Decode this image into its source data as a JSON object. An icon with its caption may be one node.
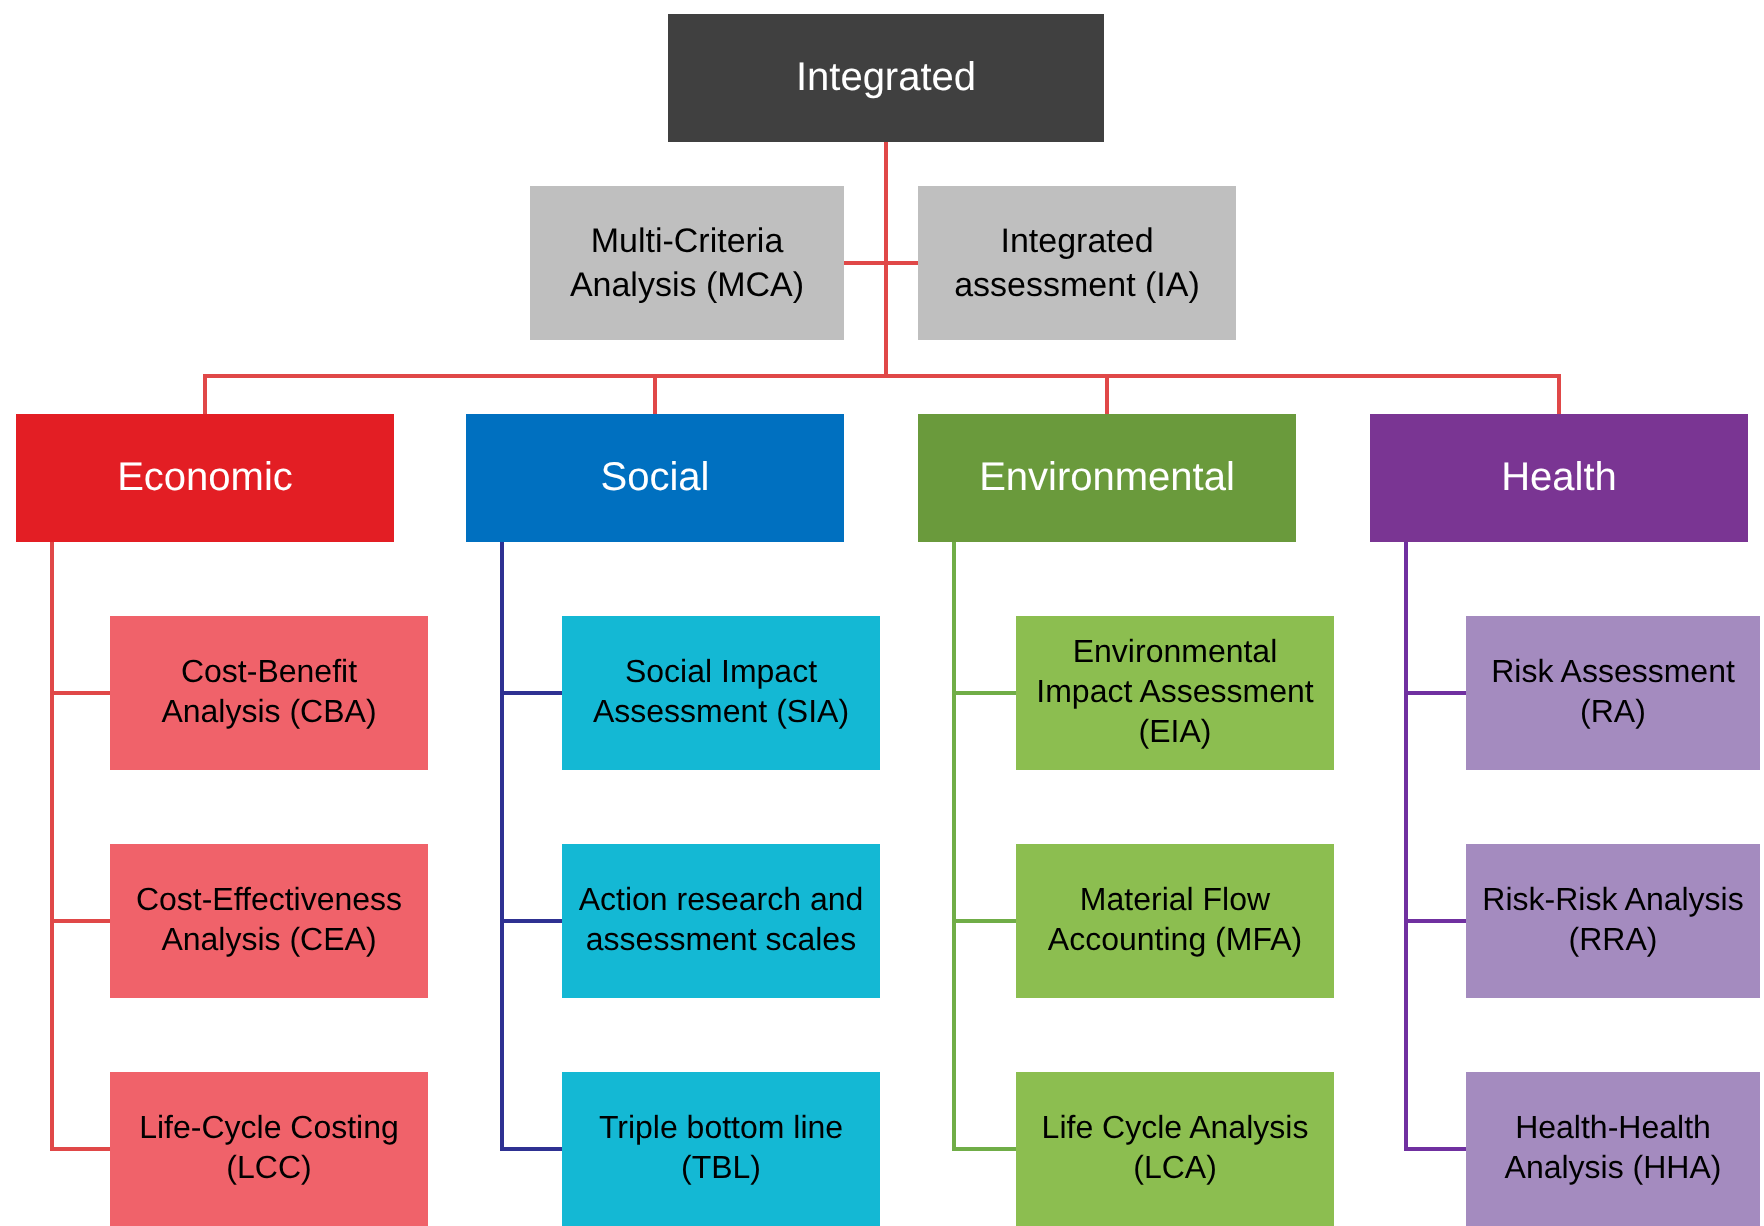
{
  "diagram": {
    "nodes": [
      {
        "text": [
          "Integrated"
        ]
      },
      {
        "text": [
          "Multi-Criteria Analysis (MCA)"
        ]
      },
      {
        "text": [
          "Integrated assessment (IA)"
        ]
      },
      {
        "text": [
          "Economic"
        ]
      },
      {
        "text": [
          "Social"
        ]
      },
      {
        "text": [
          "Environmental"
        ]
      },
      {
        "text": [
          "Health"
        ]
      },
      {
        "text": [
          "Cost-Benefit Analysis (CBA)"
        ]
      },
      {
        "text": [
          "Cost-Effectiveness Analysis (CEA)"
        ]
      },
      {
        "text": [
          "Life-Cycle Costing (LCC)"
        ]
      },
      {
        "text": [
          "Social Impact Assessment (SIA)"
        ]
      },
      {
        "text": [
          "Action research and assessment scales"
        ]
      },
      {
        "text": [
          "Triple bottom line (TBL)"
        ]
      },
      {
        "text": [
          "Environmental Impact Assessment (EIA)"
        ]
      },
      {
        "text": [
          "Material Flow Accounting (MFA)"
        ]
      },
      {
        "text": [
          "Life Cycle Analysis (LCA)"
        ]
      },
      {
        "text": [
          "Risk Assessment (RA)"
        ]
      },
      {
        "text": [
          "Risk-Risk Analysis (RRA)"
        ]
      },
      {
        "text": [
          "Health-Health Analysis (HHA)"
        ]
      }
    ],
    "edges": [
      {
        "from": 0,
        "to": 1,
        "arrow": "none"
      },
      {
        "from": 0,
        "to": 2,
        "arrow": "none"
      },
      {
        "from": 0,
        "to": 3,
        "arrow": "none"
      },
      {
        "from": 0,
        "to": 4,
        "arrow": "none"
      },
      {
        "from": 0,
        "to": 5,
        "arrow": "none"
      },
      {
        "from": 0,
        "to": 6,
        "arrow": "none"
      },
      {
        "from": 3,
        "to": 7,
        "arrow": "none"
      },
      {
        "from": 3,
        "to": 8,
        "arrow": "none"
      },
      {
        "from": 3,
        "to": 9,
        "arrow": "none"
      },
      {
        "from": 4,
        "to": 10,
        "arrow": "none",
        "color": "#2e3192"
      },
      {
        "from": 4,
        "to": 11,
        "arrow": "none",
        "color": "#2e3192"
      },
      {
        "from": 4,
        "to": 12,
        "arrow": "none",
        "color": "#2e3192"
      },
      {
        "from": 5,
        "to": 13,
        "arrow": "none",
        "color": "#70ad47"
      },
      {
        "from": 5,
        "to": 14,
        "arrow": "none",
        "color": "#70ad47"
      },
      {
        "from": 5,
        "to": 15,
        "arrow": "none",
        "color": "#70ad47"
      },
      {
        "from": 6,
        "to": 16,
        "arrow": "none",
        "color": "#7030a0"
      },
      {
        "from": 6,
        "to": 17,
        "arrow": "none",
        "color": "#7030a0"
      },
      {
        "from": 6,
        "to": 18,
        "arrow": "none",
        "color": "#7030a0"
      }
    ]
  }
}
